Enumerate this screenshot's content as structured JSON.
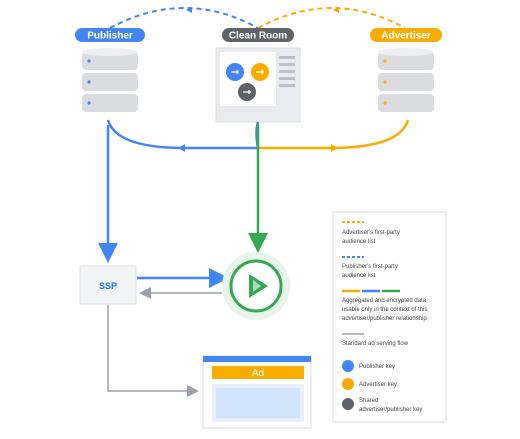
{
  "nodes": {
    "publisher": "Publisher",
    "clean_room": "Clean Room",
    "advertiser": "Advertiser",
    "ssp": "SSP",
    "ad": "Ad"
  },
  "legend": {
    "items": [
      {
        "line1": "Advertiser's first-party",
        "line2": "audience list"
      },
      {
        "line1": "Publisher's first-party",
        "line2": "audience list"
      },
      {
        "line1": "Aggregated and encrypted data",
        "line2": "usable only in the context of this",
        "line3": "advertiser/publisher relationship"
      },
      {
        "line1": "Standard ad serving flow"
      }
    ],
    "keys": [
      {
        "line1": "Publisher key"
      },
      {
        "line1": "Advertiser key"
      },
      {
        "line1": "Shared",
        "line2": "advertiser/publisher key"
      }
    ]
  },
  "colors": {
    "blue": "#4285f4",
    "yellow": "#f9ab00",
    "green": "#34a853",
    "grey": "#9aa0a6",
    "dark_grey": "#5f6368"
  }
}
